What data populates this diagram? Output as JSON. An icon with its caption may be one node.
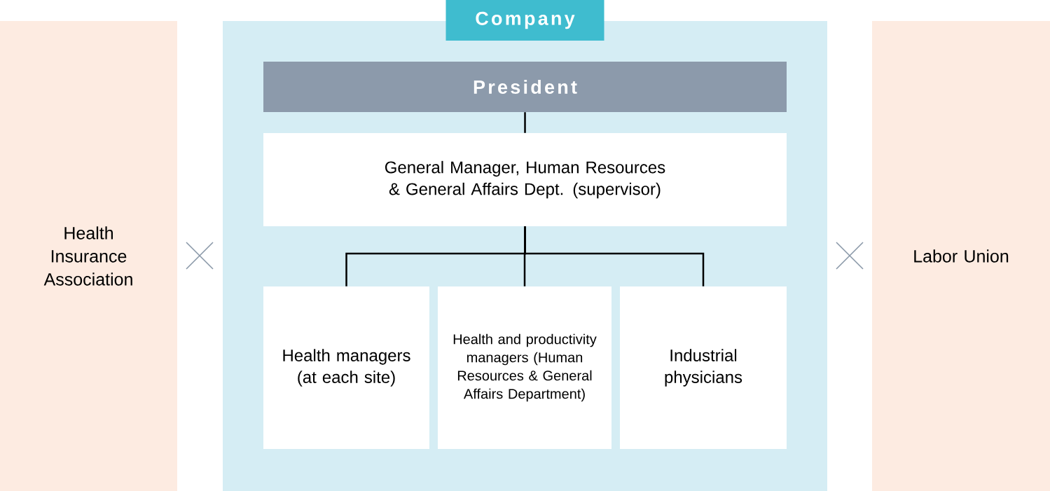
{
  "diagram": {
    "nodes": [
      {
        "text": [
          "Health Insurance Association"
        ]
      },
      {
        "text": [
          "Company"
        ]
      },
      {
        "text": [
          "President"
        ],
        "in": 1
      },
      {
        "text": [
          "General Manager, Human Resources & General Affairs Dept. (supervisor)"
        ],
        "in": 1
      },
      {
        "text": [
          "Health managers (at each site)"
        ],
        "in": 1
      },
      {
        "text": [
          "Health and productivity managers (Human Resources & General Affairs Department)"
        ],
        "in": 1
      },
      {
        "text": [
          "Industrial physicians"
        ],
        "in": 1
      },
      {
        "text": [
          "Labor Union"
        ]
      }
    ],
    "edges": [
      {
        "from": 2,
        "to": 3,
        "arrow": "none"
      },
      {
        "from": 3,
        "to": 4,
        "arrow": "none"
      },
      {
        "from": 3,
        "to": 5,
        "arrow": "none"
      },
      {
        "from": 3,
        "to": 6,
        "arrow": "none"
      }
    ]
  }
}
